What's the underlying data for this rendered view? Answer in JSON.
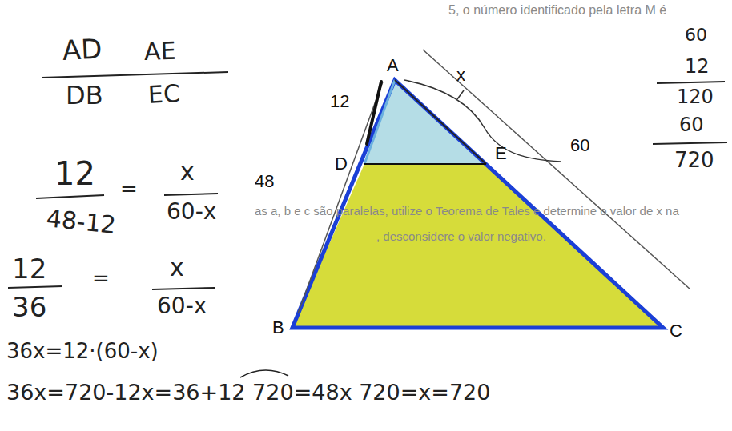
{
  "diagram": {
    "labels": [
      "AD",
      "AE",
      "DB",
      "EC",
      "12",
      "=",
      "x",
      "48-12",
      "60-x",
      "12",
      "=",
      "x",
      "36",
      "60-x",
      "36x=12·(60-x)",
      "36x=720-12x=36+12 720=48x 720=x=720",
      "60",
      "12",
      "120",
      "60",
      "720",
      "A",
      "12",
      "x",
      "60",
      "48",
      "D",
      "E",
      "B",
      "C",
      "5, o número identificado pela letra M é",
      "as a, b e c são paralelas, utilize o Teorema de Tales e determine o valor de x na",
      ", desconsidere o valor negativo."
    ]
  }
}
